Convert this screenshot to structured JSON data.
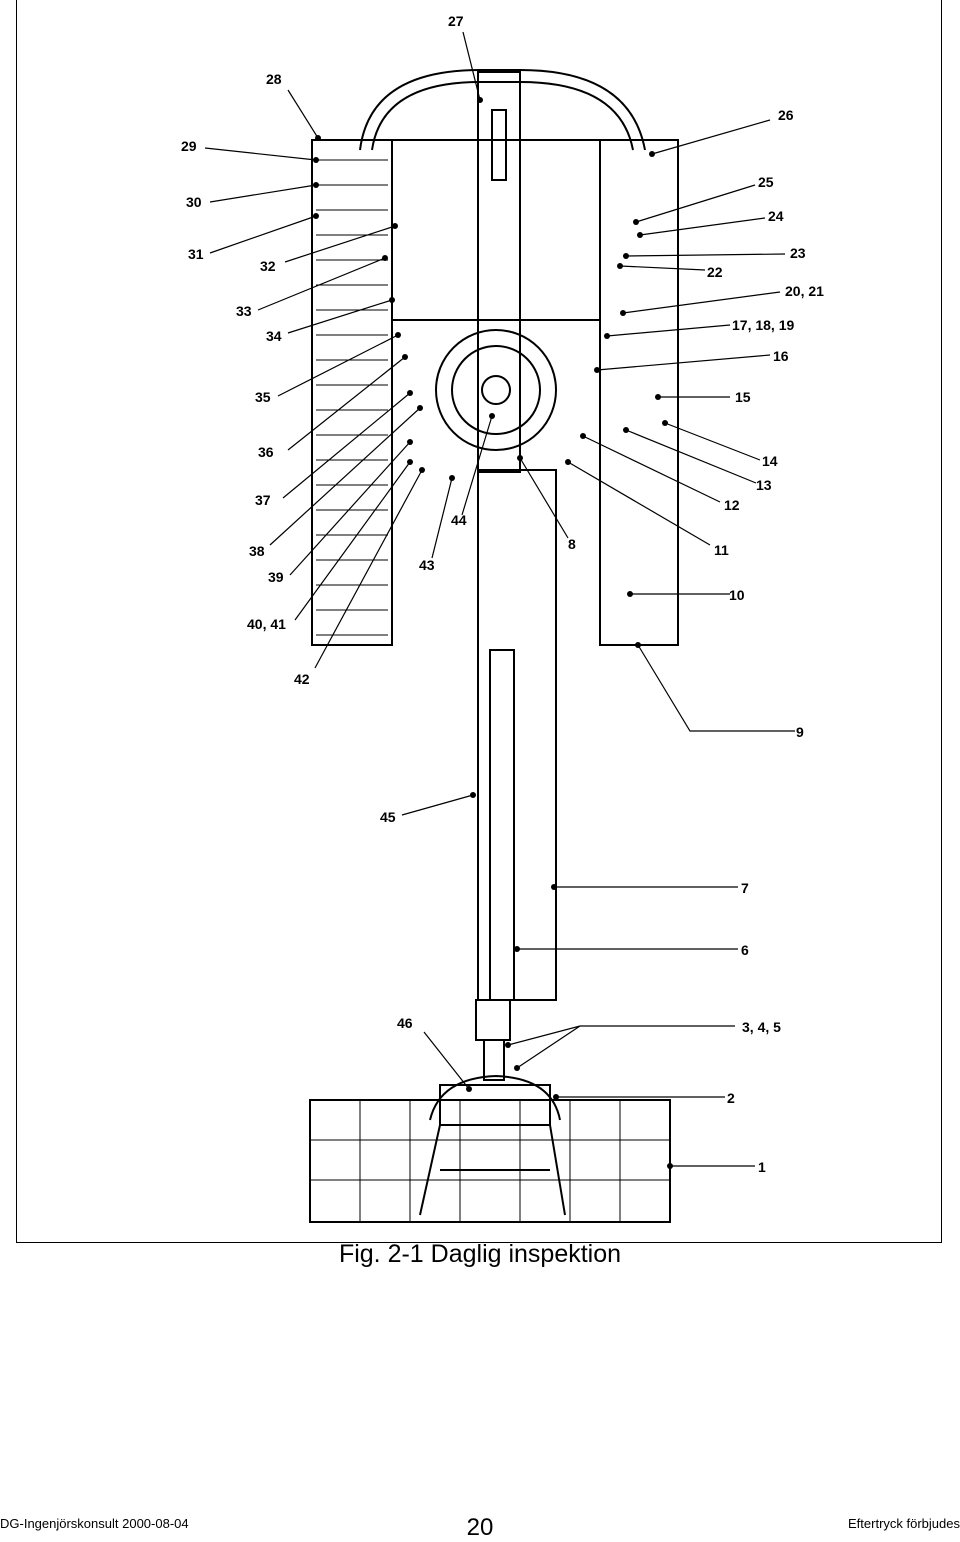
{
  "figure": {
    "caption": "Fig. 2-1 Daglig inspektion",
    "callouts": [
      "27",
      "28",
      "29",
      "26",
      "30",
      "25",
      "24",
      "31",
      "32",
      "23",
      "22",
      "20, 21",
      "33",
      "34",
      "17, 18, 19",
      "16",
      "35",
      "15",
      "36",
      "14",
      "13",
      "37",
      "12",
      "44",
      "38",
      "8",
      "11",
      "39",
      "43",
      "10",
      "40, 41",
      "42",
      "9",
      "45",
      "7",
      "6",
      "46",
      "3, 4, 5",
      "2",
      "1"
    ]
  },
  "footer": {
    "left": "DG-Ingenjörskonsult 2000-08-04",
    "page_number": "20",
    "right": "Eftertryck förbjudes"
  }
}
